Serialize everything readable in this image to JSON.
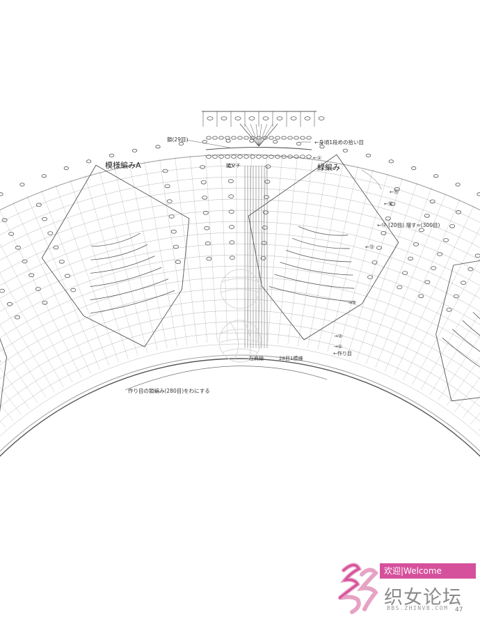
{
  "labels": {
    "chain_29": "鎖(29目)",
    "pickup": "←身頃1段めの拾い目",
    "side_gusset": "脇マチ",
    "pattern_a": "模様編みA",
    "edging": "緑編み",
    "increase": "←⑫ (20目) 増す=(300目)",
    "left_shoulder": "左肩線",
    "repeat": "28目1模様",
    "foundation": "←作り目",
    "chain_ring": "作り目の鎖編み(280目)をわにする"
  },
  "row_markers": {
    "top": "←①",
    "r15_right": "←⑮",
    "r14": "←⑭",
    "r13": "←⑬",
    "r5": "→⑤",
    "r2": "→②",
    "r1": "→①"
  },
  "page_number": "47",
  "watermark": {
    "banner": "欢迎|Welcome",
    "name": "织女论坛",
    "url": "BBS.ZHINVB.COM"
  },
  "colors": {
    "ink": "#444444",
    "accent": "#d6519c"
  }
}
